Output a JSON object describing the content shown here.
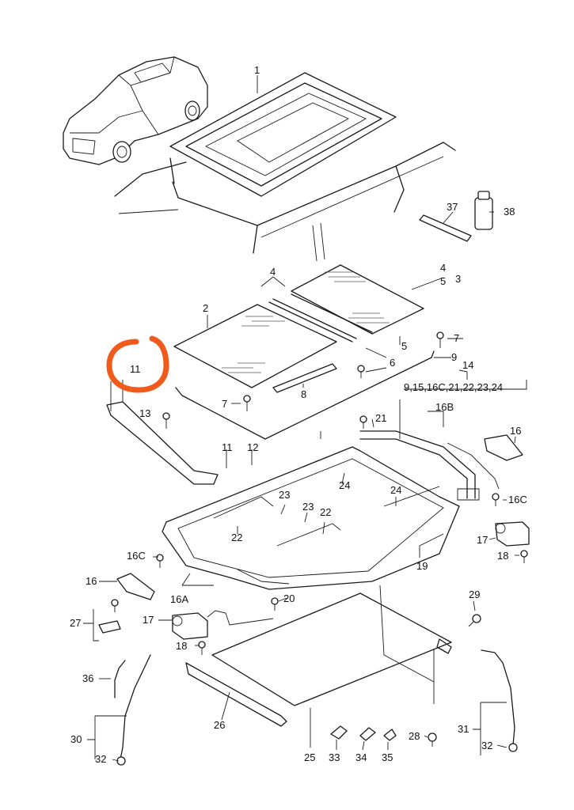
{
  "labels": {
    "l1": "1",
    "l2": "2",
    "l3": "3",
    "l4a": "4",
    "l4b": "4",
    "l5a": "5",
    "l5b": "5",
    "l6": "6",
    "l7a": "7",
    "l7b": "7",
    "l8": "8",
    "l9": "9",
    "l11a": "11",
    "l11b": "11",
    "l12": "12",
    "l13": "13",
    "l14": "14",
    "l14list": "9,15,16C,21,22,23,24",
    "l16a": "16",
    "l16b": "16",
    "l16B": "16B",
    "l16Ca": "16C",
    "l16Cb": "16C",
    "l16A": "16A",
    "l17a": "17",
    "l17b": "17",
    "l18a": "18",
    "l18b": "18",
    "l19": "19",
    "l20": "20",
    "l21": "21",
    "l22a": "22",
    "l22b": "22",
    "l23a": "23",
    "l23b": "23",
    "l24a": "24",
    "l24b": "24",
    "l25": "25",
    "l26": "26",
    "l27": "27",
    "l28": "28",
    "l29": "29",
    "l30": "30",
    "l31": "31",
    "l32a": "32",
    "l32b": "32",
    "l33": "33",
    "l34": "34",
    "l35": "35",
    "l36": "36",
    "l37": "37",
    "l38": "38"
  },
  "colors": {
    "line": "#1a1a1a",
    "highlight": "#f05a1a",
    "background": "#ffffff"
  }
}
